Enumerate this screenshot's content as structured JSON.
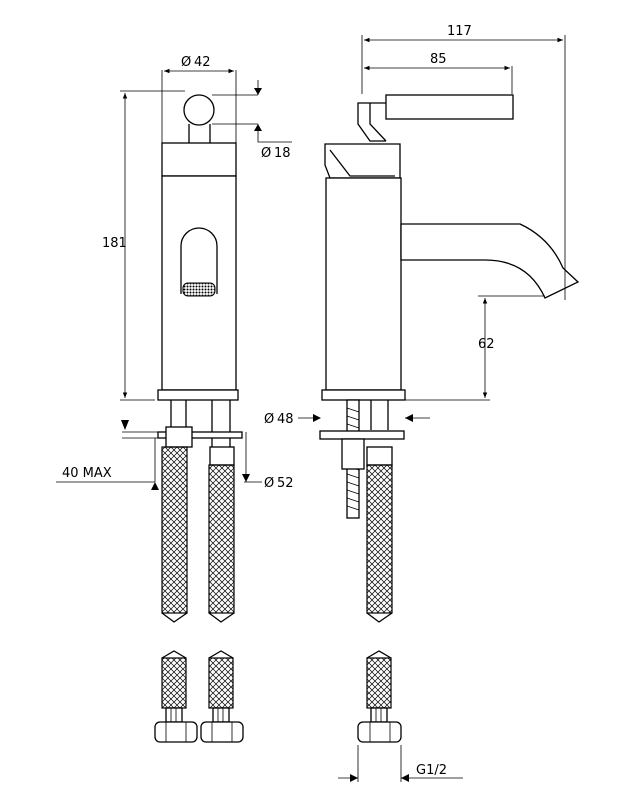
{
  "drawing": {
    "dimensions": {
      "top_diameter": "42",
      "lever_diameter": "18",
      "height": "181",
      "projection": "117",
      "spout_reach": "85",
      "spout_height": "62",
      "base_diameter": "48",
      "hole_diameter": "52",
      "deck_thickness": "40 MAX",
      "thread": "G1/2"
    },
    "diameter_symbol": "Ø"
  }
}
